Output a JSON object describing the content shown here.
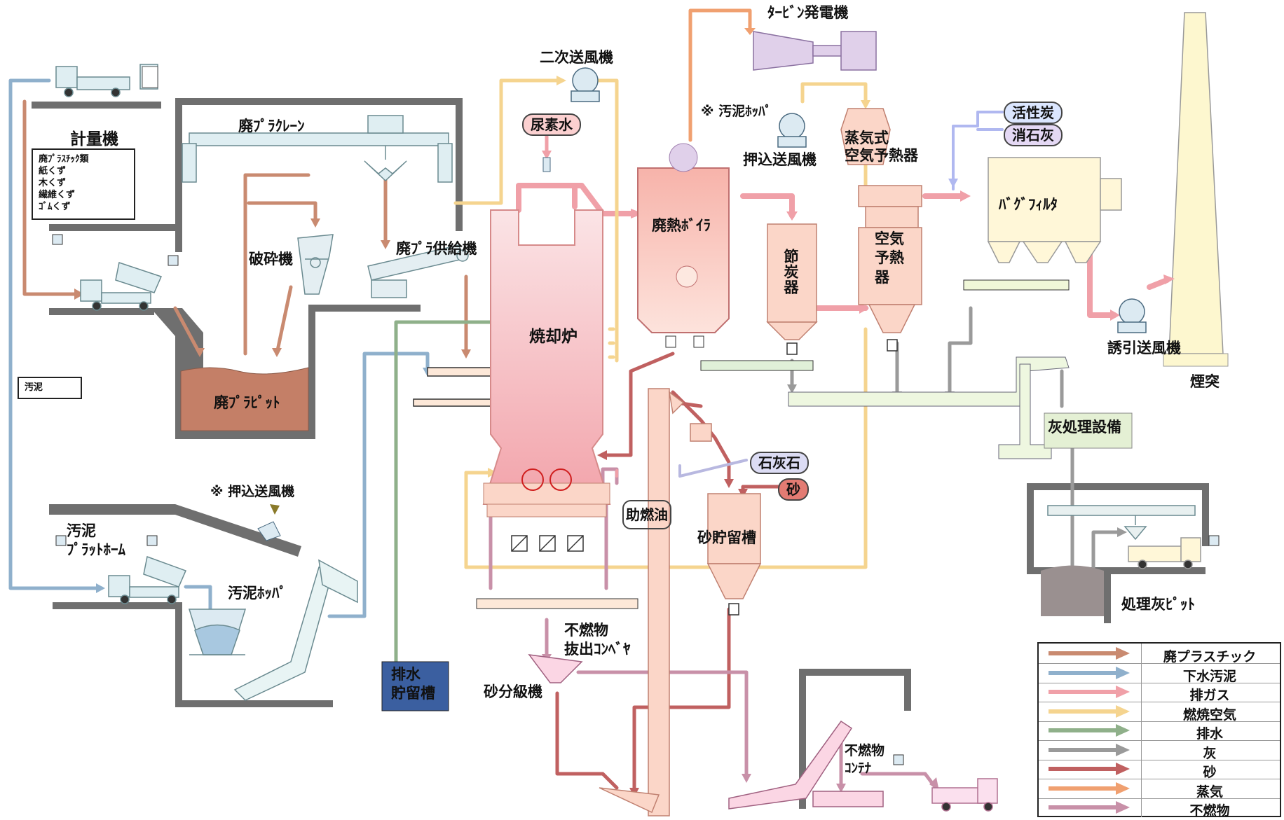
{
  "labels": {
    "turbine_generator": "ﾀｰﾋﾞﾝ発電機",
    "secondary_fan": "二次送風機",
    "urea_water": "尿素水",
    "sludge_hopper_note": "※ 汚泥ﾎｯﾊﾟ",
    "push_fan": "押込送風機",
    "steam_air_preheater": "蒸気式\n空気予熱器",
    "activated_carbon": "活性炭",
    "slaked_lime": "消石灰",
    "bag_filter": "ﾊﾞｸﾞﾌｨﾙﾀ",
    "weighing_machine": "計量機",
    "waste_plastic_crane": "廃ﾌﾟﾗｸﾚｰﾝ",
    "crusher": "破砕機",
    "waste_plastic_feeder": "廃ﾌﾟﾗ供給機",
    "waste_heat_boiler": "廃熱ﾎﾞｲﾗ",
    "economizer": "節炭器",
    "air_preheater": "空気予熱器",
    "induced_fan": "誘引送風機",
    "stack": "煙突",
    "incinerator": "焼却炉",
    "waste_plastic_pit": "廃ﾌﾟﾗﾋﾟｯﾄ",
    "sludge": "汚泥",
    "ash_treatment": "灰処理設備",
    "limestone": "石灰石",
    "sand": "砂",
    "push_fan_note": "※ 押込送風機",
    "sludge_platform": "汚泥\nﾌﾟﾗｯﾄﾎｰﾑ",
    "aux_fuel_oil": "助燃油",
    "sand_storage_tank": "砂貯留槽",
    "sludge_hopper": "汚泥ﾎｯﾊﾟ",
    "treated_ash_pit": "処理灰ﾋﾟｯﾄ",
    "noncombustible_conveyor": "不燃物\n抜出ｺﾝﾍﾞﾔ",
    "drainage_tank": "排水\n貯留槽",
    "sand_classifier": "砂分級機",
    "noncombustible_container": "不燃物\nｺﾝﾃﾅ"
  },
  "waste_types": [
    "廃ﾌﾟﾗｽﾁｯｸ類",
    "紙くず",
    "木くず",
    "繊維くず",
    "ｺﾞﾑくず"
  ],
  "legend": [
    {
      "label": "廃プラスチック",
      "color": "#c98a70"
    },
    {
      "label": "下水汚泥",
      "color": "#8fb0cc"
    },
    {
      "label": "排ガス",
      "color": "#f0a0a8"
    },
    {
      "label": "燃焼空気",
      "color": "#f5d48f"
    },
    {
      "label": "排水",
      "color": "#8fb08a"
    },
    {
      "label": "灰",
      "color": "#9a9a9a"
    },
    {
      "label": "砂",
      "color": "#c06060"
    },
    {
      "label": "蒸気",
      "color": "#f0a070"
    },
    {
      "label": "不燃物",
      "color": "#c890a8"
    }
  ]
}
